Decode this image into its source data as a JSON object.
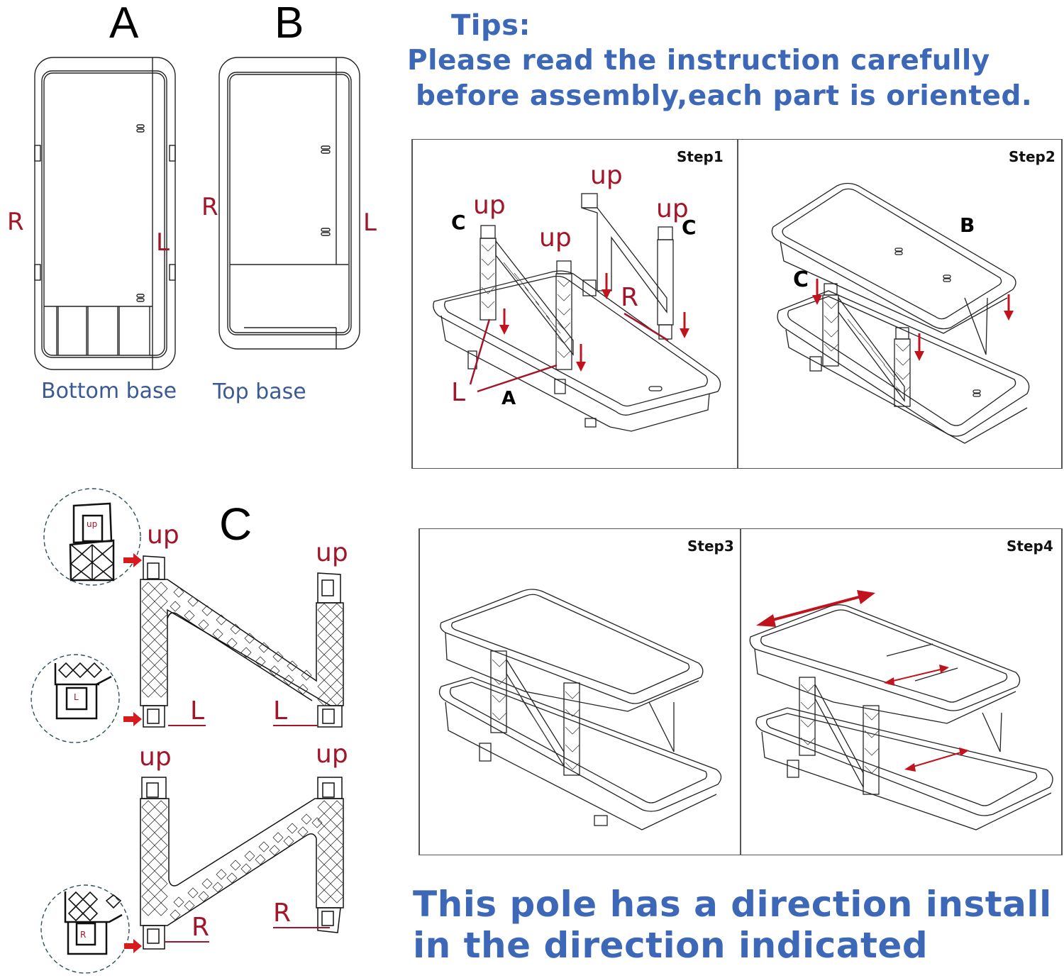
{
  "parts": {
    "a": {
      "letter": "A",
      "caption": "Bottom base",
      "left_side": "R",
      "right_side": "L"
    },
    "b": {
      "letter": "B",
      "caption": "Top base",
      "left_side": "R",
      "right_side": "L"
    },
    "c": {
      "letter": "C",
      "top_pole": {
        "up_left": "up",
        "up_right": "up",
        "side_left": "L",
        "side_right": "L",
        "detail_top": "up",
        "detail_bottom": "L"
      },
      "bottom_pole": {
        "up_left": "up",
        "up_right": "up",
        "side_left": "R",
        "side_right": "R",
        "detail_bottom": "R"
      }
    }
  },
  "tips": {
    "heading": "Tips:",
    "line1": "Please read the instruction carefully",
    "line2": "before assembly,each part is oriented."
  },
  "steps": [
    {
      "label": "Step1",
      "annotations": {
        "up1": "up",
        "up2": "up",
        "up3": "up",
        "up4": "up",
        "c_left": "C",
        "c_right": "C",
        "part_a": "A",
        "left": "L",
        "right": "R"
      }
    },
    {
      "label": "Step2",
      "annotations": {
        "part_b": "B",
        "part_c": "C"
      }
    },
    {
      "label": "Step3"
    },
    {
      "label": "Step4"
    }
  ],
  "note": {
    "line1": "This pole has a direction install",
    "line2": "in the direction indicated"
  },
  "colors": {
    "accent_blue": "#3d68b8",
    "label_red": "#a3162a",
    "arrow_red": "#c0131d",
    "caption_blue": "#3b5a94"
  }
}
